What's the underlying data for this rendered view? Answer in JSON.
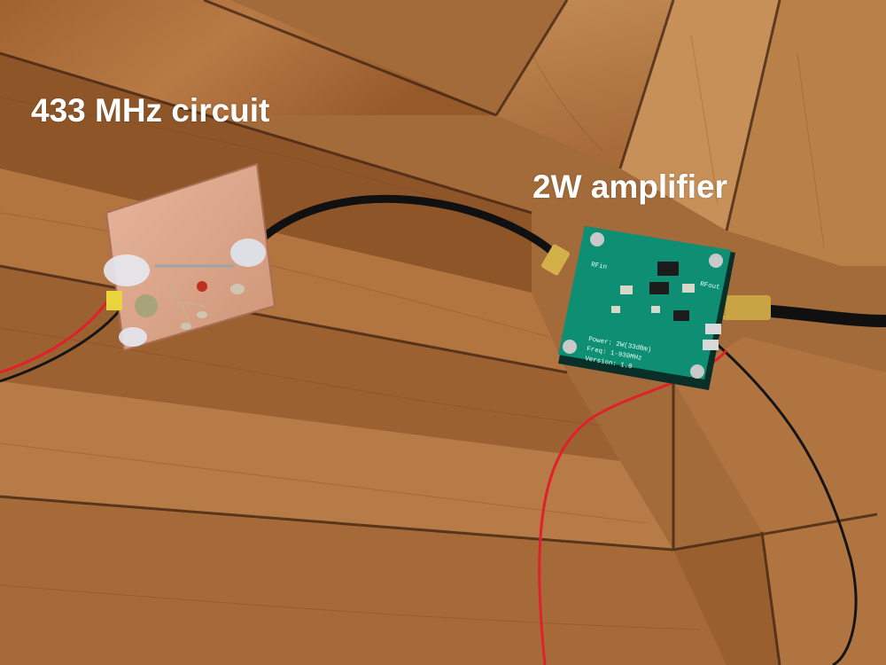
{
  "labels": {
    "circuit": "433 MHz circuit",
    "amplifier": "2W amplifier"
  },
  "amplifier_board": {
    "silkscreen_lines": [
      "Power: 2W(33dBm)",
      "Freq: 1-930MHz",
      "Version: 1.0"
    ],
    "rf_in": "RFin",
    "rf_out": "RFout"
  },
  "colors": {
    "wood_dark": "#6e3f1a",
    "wood_mid": "#a7683a",
    "wood_light": "#c58a55",
    "pcb_copper": "#d9a487",
    "amp_pcb_green": "#0e8f73",
    "wire_red": "#e0202a",
    "wire_black": "#151515",
    "label_text": "#ffffff"
  }
}
